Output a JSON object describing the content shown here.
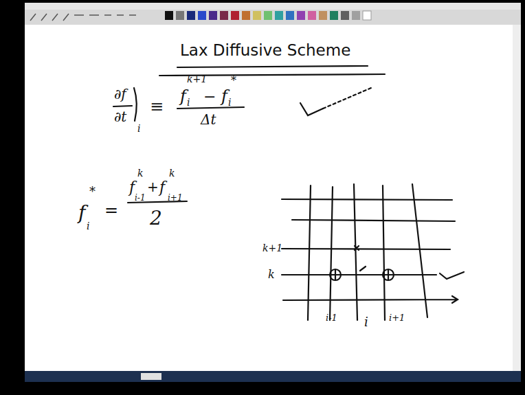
{
  "diagram": {
    "title": "Lax Diffusive Scheme",
    "labels": [
      "∂f",
      "∂t",
      "i",
      "≡",
      "f",
      "k+1",
      "i",
      "−",
      "f",
      "*",
      "i",
      "Δt",
      "f",
      "*",
      "i",
      "=",
      "f",
      "k",
      "i-1",
      "+",
      "f",
      "k",
      "i+1",
      "2",
      "k+1",
      "k",
      "i-1",
      "i",
      "i+1"
    ]
  }
}
